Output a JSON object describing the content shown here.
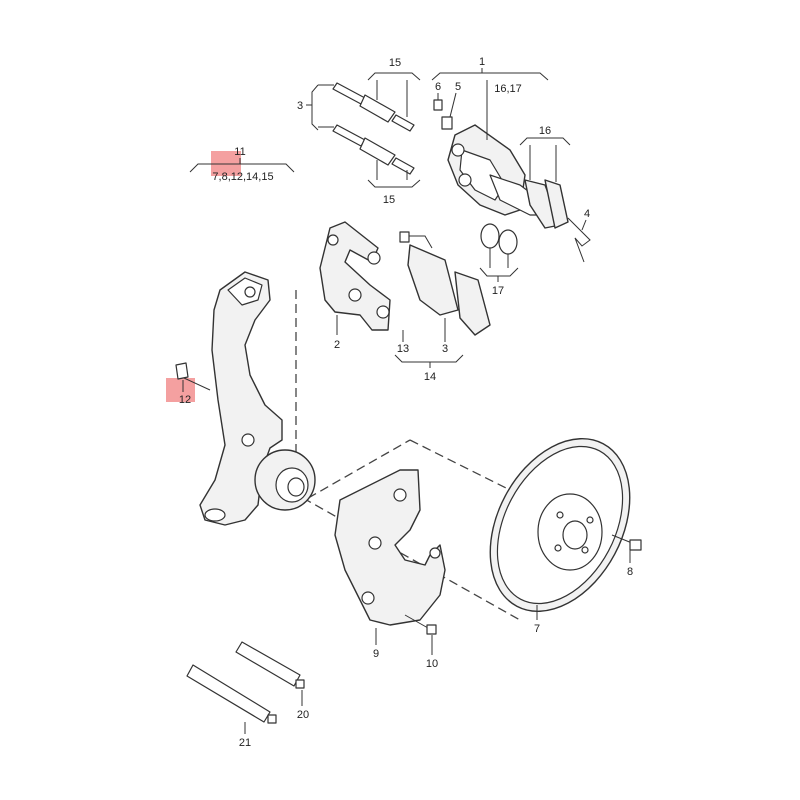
{
  "labels": {
    "l1": "1",
    "l16_17_top": "16,17",
    "l15_top": "15",
    "l15_bottom": "15",
    "l3_top": "3",
    "l6": "6",
    "l5": "5",
    "l16": "16",
    "l4": "4",
    "l11": "11",
    "l11_sub": "7,8,12,14,15",
    "l2": "2",
    "l13": "13",
    "l3_mid": "3",
    "l14": "14",
    "l17": "17",
    "l12": "12",
    "l7": "7",
    "l8": "8",
    "l9": "9",
    "l10": "10",
    "l20": "20",
    "l21": "21"
  },
  "highlight_color": "#f08080"
}
